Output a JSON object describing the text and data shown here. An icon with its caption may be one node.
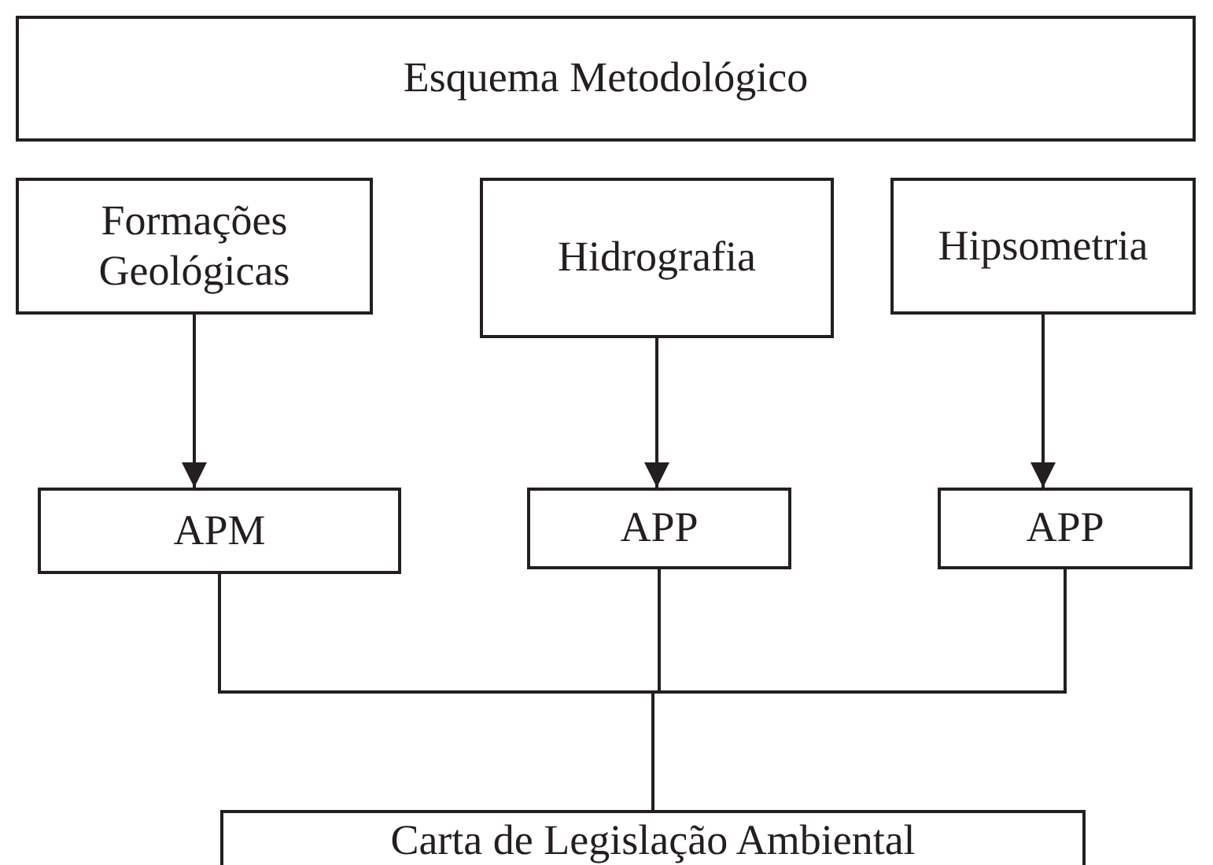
{
  "diagram": {
    "nodes": [
      {
        "text": [
          "Esquema Metodológico"
        ]
      },
      {
        "text": [
          "Formações Geológicas"
        ]
      },
      {
        "text": [
          "Hidrografia"
        ]
      },
      {
        "text": [
          "Hipsometria"
        ]
      },
      {
        "text": [
          "APM"
        ]
      },
      {
        "text": [
          "APP"
        ]
      },
      {
        "text": [
          "APP"
        ]
      },
      {
        "text": [
          "Carta de Legislação Ambiental"
        ]
      }
    ],
    "edges": [
      {
        "from": 1,
        "to": 4,
        "arrow": "to"
      },
      {
        "from": 2,
        "to": 5,
        "arrow": "to"
      },
      {
        "from": 3,
        "to": 6,
        "arrow": "to"
      },
      {
        "from": 4,
        "to": 7,
        "arrow": "none"
      },
      {
        "from": 5,
        "to": 7,
        "arrow": "none"
      },
      {
        "from": 6,
        "to": 7,
        "arrow": "none"
      }
    ]
  }
}
